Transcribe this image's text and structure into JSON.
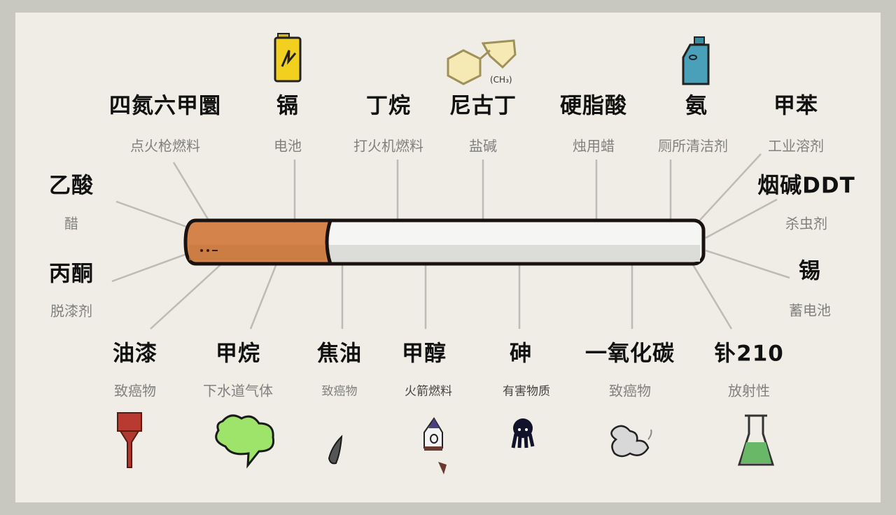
{
  "colors": {
    "background": "#efede6",
    "filter": "#d4844a",
    "paper": "#f5f5f3",
    "outline": "#1a1210",
    "leader_line": "#bdbcb4"
  },
  "items": [
    {
      "name": "四氮六甲圜",
      "use": "点火枪燃料"
    },
    {
      "name": "镉",
      "use": "电池",
      "icon": "battery-icon"
    },
    {
      "name": "丁烷",
      "use": "打火机燃料"
    },
    {
      "name": "尼古丁",
      "use": "盐碱",
      "icon": "nicotine-molecule-icon"
    },
    {
      "name": "硬脂酸",
      "use": "烛用蜡"
    },
    {
      "name": "氨",
      "use": "厕所清洁剂",
      "icon": "cleaner-bottle-icon"
    },
    {
      "name": "甲苯",
      "use": "工业溶剂"
    },
    {
      "name": "乙酸",
      "use": "醋"
    },
    {
      "name": "丙酮",
      "use": "脱漆剂"
    },
    {
      "name": "烟碱DDT",
      "use": "杀虫剂"
    },
    {
      "name": "锡",
      "use": "蓄电池"
    },
    {
      "name": "油漆",
      "use": "致癌物",
      "icon": "paintbrush-icon"
    },
    {
      "name": "甲烷",
      "use": "下水道气体",
      "icon": "gas-cloud-icon"
    },
    {
      "name": "焦油",
      "use": "致癌物",
      "icon": "tar-drop-icon"
    },
    {
      "name": "甲醇",
      "use": "火箭燃料",
      "icon": "rocket-icon"
    },
    {
      "name": "砷",
      "use": "有害物质",
      "icon": "skull-blob-icon"
    },
    {
      "name": "一氧化碳",
      "use": "致癌物",
      "icon": "smoke-cloud-icon"
    },
    {
      "name": "钋210",
      "use": "放射性",
      "icon": "flask-icon"
    }
  ]
}
